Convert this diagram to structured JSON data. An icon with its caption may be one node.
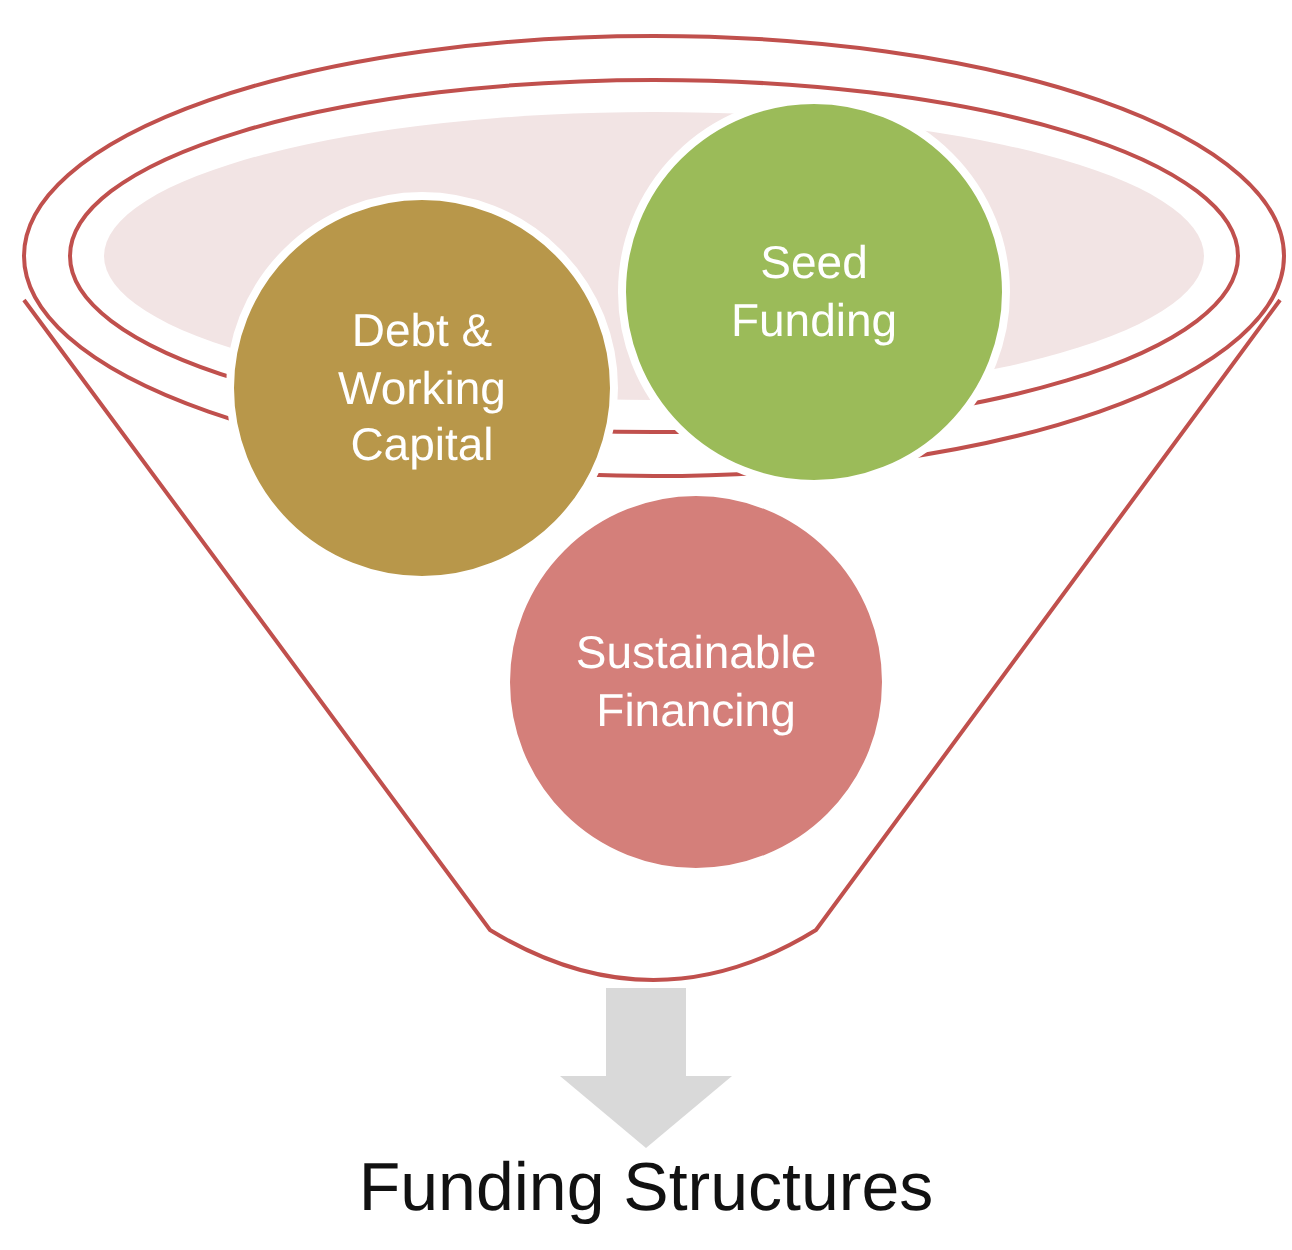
{
  "diagram": {
    "nodes": [
      {
        "text": [],
        "shape": "funnel"
      },
      {
        "text": [
          "Debt & Working Capital"
        ],
        "in": 0
      },
      {
        "text": [
          "Seed Funding"
        ],
        "in": 0
      },
      {
        "text": [
          "Sustainable Financing"
        ],
        "in": 0
      },
      {
        "text": [
          "Funding Structures"
        ]
      }
    ],
    "edges": [
      {
        "from": 0,
        "to": 4,
        "arrow": "to"
      }
    ]
  }
}
